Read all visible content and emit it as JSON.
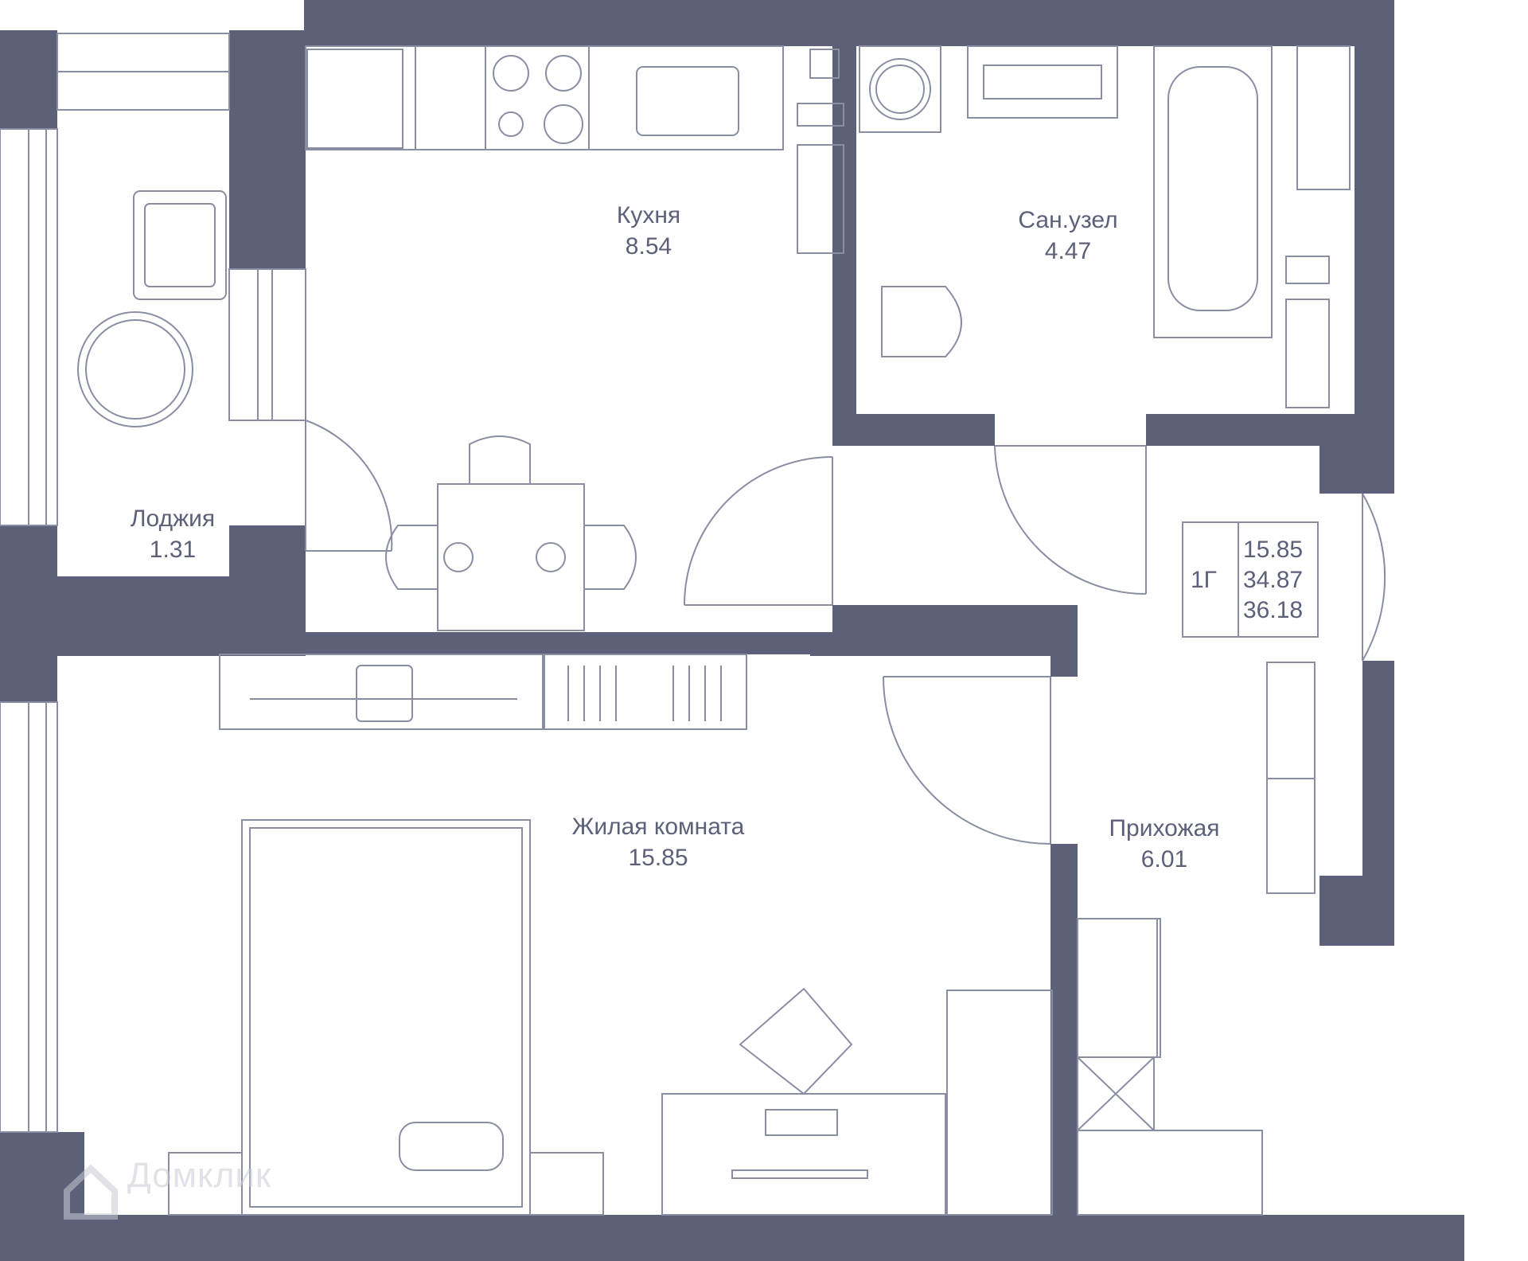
{
  "rooms": {
    "kitchen": {
      "name": "Кухня",
      "area": "8.54"
    },
    "bathroom": {
      "name": "Сан.узел",
      "area": "4.47"
    },
    "loggia": {
      "name": "Лоджия",
      "area": "1.31"
    },
    "living": {
      "name": "Жилая комната",
      "area": "15.85"
    },
    "hallway": {
      "name": "Прихожая",
      "area": "6.01"
    }
  },
  "summary": {
    "type": "1Г",
    "living_area": "15.85",
    "total_area": "34.87",
    "area_with_loggia": "36.18"
  },
  "watermark": {
    "text": "Домклик"
  },
  "colors": {
    "wall": "#5c6079",
    "line": "#8a8ea3",
    "text": "#5c6079"
  }
}
